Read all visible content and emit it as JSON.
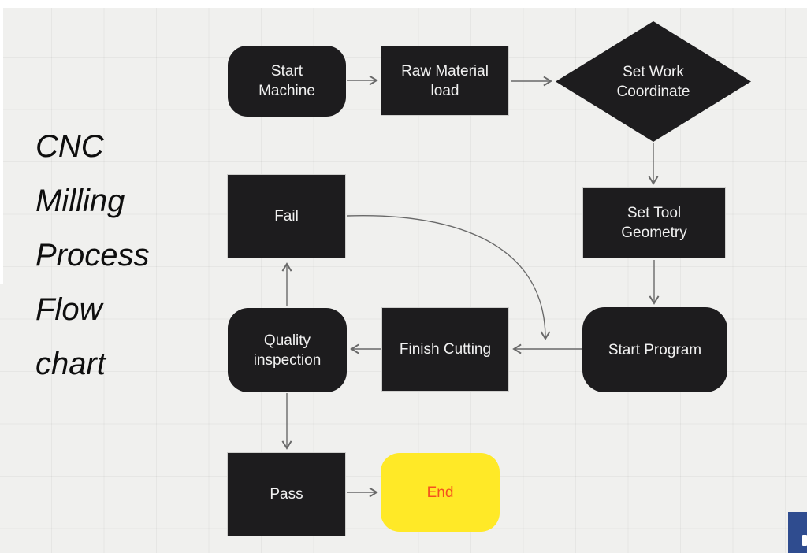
{
  "canvas": {
    "title_lines": [
      "CNC",
      "Milling",
      "Process",
      "Flow",
      "chart"
    ]
  },
  "nodes": {
    "start_machine": {
      "label": "Start\nMachine",
      "shape": "rounded-rect"
    },
    "raw_material_load": {
      "label": "Raw Material\nload",
      "shape": "rect"
    },
    "set_work_coordinate": {
      "label": "Set Work\nCoordinate",
      "shape": "diamond"
    },
    "set_tool_geometry": {
      "label": "Set Tool\nGeometry",
      "shape": "rect"
    },
    "start_program": {
      "label": "Start Program",
      "shape": "rounded-rect"
    },
    "finish_cutting": {
      "label": "Finish Cutting",
      "shape": "rect"
    },
    "quality_inspection": {
      "label": "Quality\ninspection",
      "shape": "rounded-rect"
    },
    "fail": {
      "label": "Fail",
      "shape": "rect"
    },
    "pass": {
      "label": "Pass",
      "shape": "rect"
    },
    "end": {
      "label": "End",
      "shape": "rounded-rect"
    }
  },
  "edges": [
    {
      "from": "start_machine",
      "to": "raw_material_load"
    },
    {
      "from": "raw_material_load",
      "to": "set_work_coordinate"
    },
    {
      "from": "set_work_coordinate",
      "to": "set_tool_geometry"
    },
    {
      "from": "set_tool_geometry",
      "to": "start_program"
    },
    {
      "from": "start_program",
      "to": "finish_cutting"
    },
    {
      "from": "finish_cutting",
      "to": "quality_inspection"
    },
    {
      "from": "quality_inspection",
      "to": "fail"
    },
    {
      "from": "quality_inspection",
      "to": "pass"
    },
    {
      "from": "pass",
      "to": "end"
    },
    {
      "from": "fail",
      "to": "start_program_finish_cutting_connector"
    }
  ],
  "colors": {
    "background": "#f0f0ee",
    "node_fill": "#1d1c1e",
    "node_text": "#f1f1f1",
    "edge_stroke": "#696969",
    "end_fill": "#ffe927",
    "end_text": "#f4511e",
    "title_text": "#0e0e0e",
    "corner_square": "#2f4c8f"
  }
}
